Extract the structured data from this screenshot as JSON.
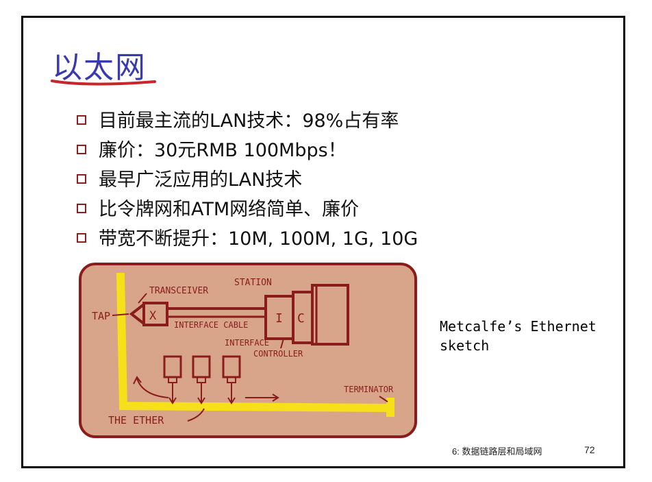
{
  "slide": {
    "title": "以太网",
    "bullets": [
      "目前最主流的LAN技术：98%占有率",
      "廉价：30元RMB 100Mbps！",
      "最早广泛应用的LAN技术",
      "比令牌网和ATM网络简单、廉价",
      "带宽不断提升：10M, 100M, 1G, 10G"
    ],
    "caption": "Metcalfe’s Ethernet sketch",
    "footer": "6: 数据链路层和局域网",
    "page_number": "72"
  },
  "sketch": {
    "labels": {
      "station": "STATION",
      "transceiver": "TRANSCEIVER",
      "tap": "TAP",
      "x": "X",
      "interface_cable": "INTERFACE CABLE",
      "i": "I",
      "c": "C",
      "interface_controller_1": "INTERFACE",
      "interface_controller_2": "CONTROLLER",
      "terminator": "TERMINATOR",
      "the_ether": "THE ETHER"
    },
    "colors": {
      "background": "#d8a58a",
      "ink": "#8a1c1c",
      "ether": "#f5e01a",
      "bullet_box": "#8a1f1f",
      "title": "#3a3ab0",
      "underline": "#c8262a"
    }
  }
}
